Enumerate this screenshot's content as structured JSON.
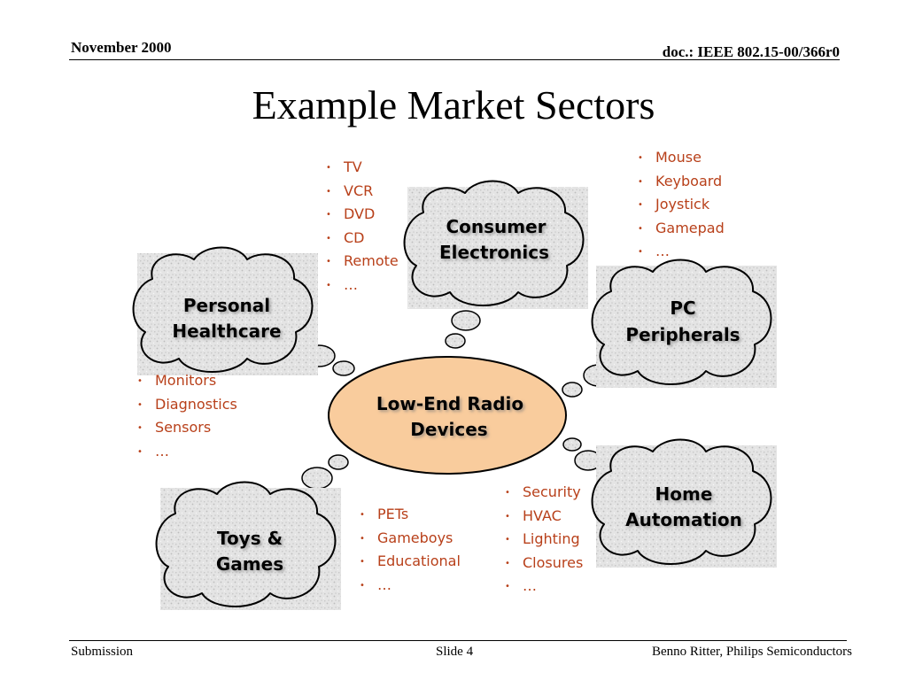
{
  "header": {
    "date": "November 2000",
    "doc_id": "doc.: IEEE 802.15-00/366r0"
  },
  "title": "Example Market Sectors",
  "center": {
    "line1": "Low-End Radio",
    "line2": "Devices"
  },
  "clouds": {
    "consumer": {
      "line1": "Consumer",
      "line2": "Electronics"
    },
    "healthcare": {
      "line1": "Personal",
      "line2": "Healthcare"
    },
    "pc": {
      "line1": "PC",
      "line2": "Peripherals"
    },
    "home": {
      "line1": "Home",
      "line2": "Automation"
    },
    "toys": {
      "line1": "Toys &",
      "line2": "Games"
    }
  },
  "lists": {
    "consumer": [
      "TV",
      "VCR",
      "DVD",
      "CD",
      "Remote",
      "…"
    ],
    "pc": [
      "Mouse",
      "Keyboard",
      "Joystick",
      "Gamepad",
      "…"
    ],
    "healthcare": [
      "Monitors",
      "Diagnostics",
      "Sensors",
      "…"
    ],
    "toys": [
      "PETs",
      "Gameboys",
      "Educational",
      "…"
    ],
    "home": [
      "Security",
      "HVAC",
      "Lighting",
      "Closures",
      "…"
    ]
  },
  "footer": {
    "left": "Submission",
    "center": "Slide 4",
    "right": "Benno Ritter, Philips Semiconductors"
  },
  "colors": {
    "accent_text": "#b8401a",
    "center_fill": "#f9cc9d",
    "cloud_fill": "#e6e6e6"
  }
}
